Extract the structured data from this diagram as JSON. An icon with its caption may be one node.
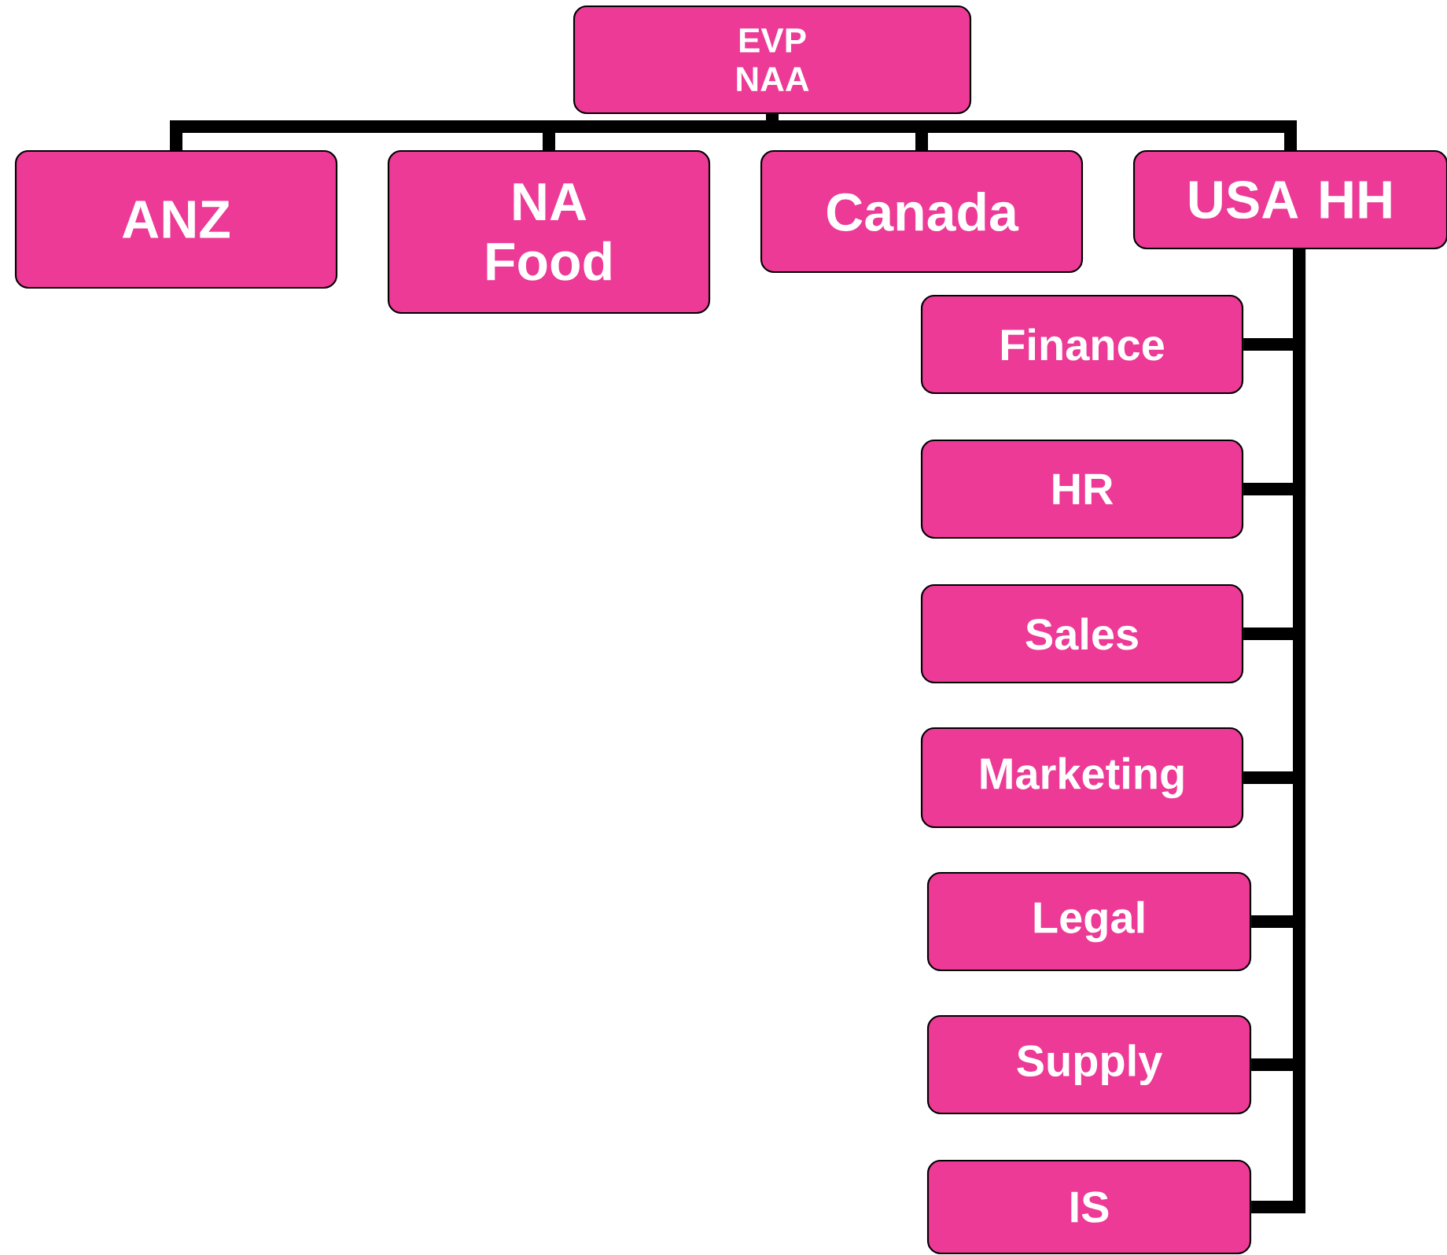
{
  "diagram": {
    "nodes": [
      {
        "text": [
          "EVP NAA"
        ]
      },
      {
        "text": [
          "ANZ"
        ]
      },
      {
        "text": [
          "NA Food"
        ]
      },
      {
        "text": [
          "Canada"
        ]
      },
      {
        "text": [
          "USA HH"
        ]
      },
      {
        "text": [
          "Finance"
        ]
      },
      {
        "text": [
          "HR"
        ]
      },
      {
        "text": [
          "Sales"
        ]
      },
      {
        "text": [
          "Marketing"
        ]
      },
      {
        "text": [
          "Legal"
        ]
      },
      {
        "text": [
          "Supply"
        ]
      },
      {
        "text": [
          "IS"
        ]
      }
    ],
    "edges": [
      {
        "from": 0,
        "to": 1,
        "arrow": "none"
      },
      {
        "from": 0,
        "to": 2,
        "arrow": "none"
      },
      {
        "from": 0,
        "to": 3,
        "arrow": "none"
      },
      {
        "from": 0,
        "to": 4,
        "arrow": "none"
      },
      {
        "from": 4,
        "to": 5,
        "arrow": "none"
      },
      {
        "from": 4,
        "to": 6,
        "arrow": "none"
      },
      {
        "from": 4,
        "to": 7,
        "arrow": "none"
      },
      {
        "from": 4,
        "to": 8,
        "arrow": "none"
      },
      {
        "from": 4,
        "to": 9,
        "arrow": "none"
      },
      {
        "from": 4,
        "to": 10,
        "arrow": "none"
      },
      {
        "from": 4,
        "to": 11,
        "arrow": "none"
      }
    ]
  }
}
